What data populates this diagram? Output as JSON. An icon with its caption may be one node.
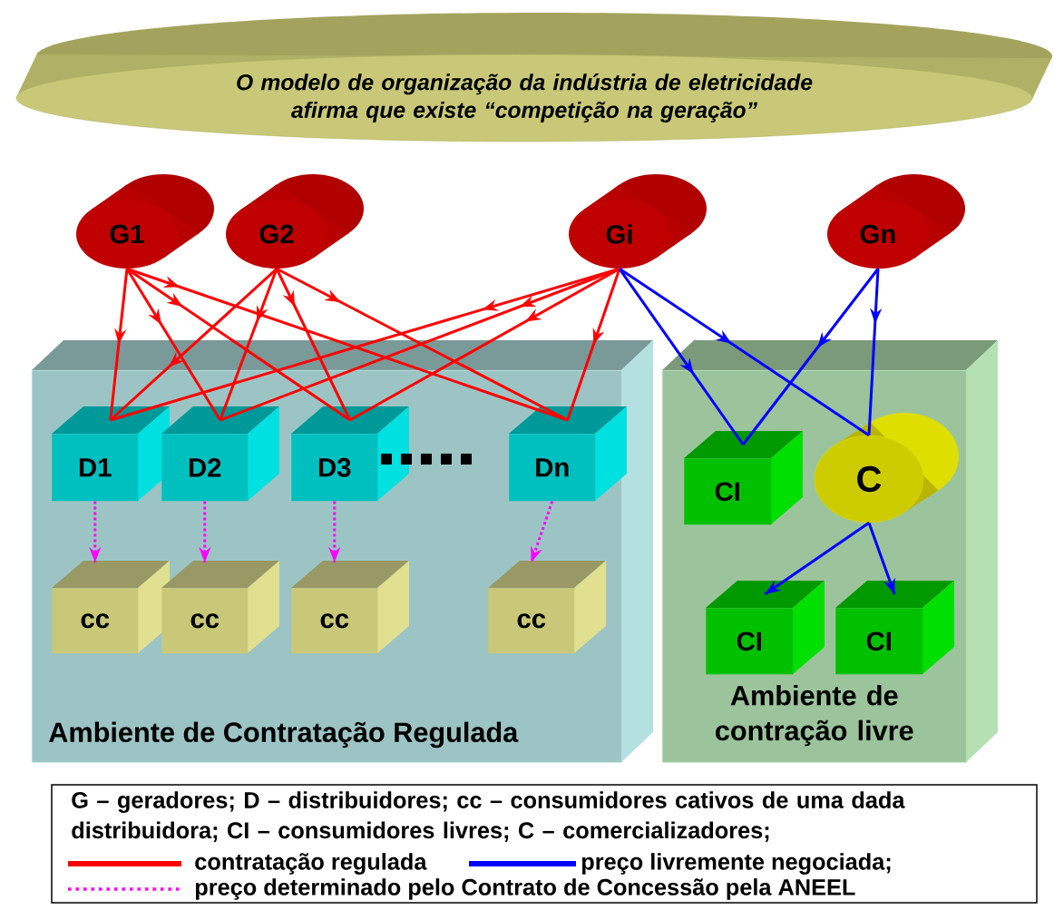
{
  "diagram": {
    "nodes": [
      {
        "text": [
          "O modelo de organização da indústria de eletricidade afirma que existe “competição na geração”"
        ]
      },
      {
        "text": [
          "G1"
        ]
      },
      {
        "text": [
          "G2"
        ]
      },
      {
        "text": [
          "Gi"
        ]
      },
      {
        "text": [
          "Gn"
        ]
      },
      {
        "text": [
          "Ambiente de Contratação Regulada"
        ]
      },
      {
        "text": [
          "D1"
        ],
        "in": 5
      },
      {
        "text": [
          "D2"
        ],
        "in": 5
      },
      {
        "text": [
          "D3"
        ],
        "in": 5
      },
      {
        "text": [
          "Dn"
        ],
        "in": 5
      },
      {
        "text": [
          "cc"
        ],
        "in": 5
      },
      {
        "text": [
          "cc"
        ],
        "in": 5
      },
      {
        "text": [
          "cc"
        ],
        "in": 5
      },
      {
        "text": [
          "cc"
        ],
        "in": 5
      },
      {
        "text": [
          "Ambiente de contração livre"
        ]
      },
      {
        "text": [
          "CI"
        ],
        "in": 14
      },
      {
        "text": [
          "C"
        ],
        "in": 14
      },
      {
        "text": [
          "CI"
        ],
        "in": 14
      },
      {
        "text": [
          "CI"
        ],
        "in": 14
      }
    ],
    "edges": [
      {
        "from": 1,
        "to": 6,
        "arrow": "to"
      },
      {
        "from": 1,
        "to": 7,
        "arrow": "to"
      },
      {
        "from": 1,
        "to": 8,
        "arrow": "to"
      },
      {
        "from": 1,
        "to": 9,
        "arrow": "to"
      },
      {
        "from": 2,
        "to": 6,
        "arrow": "to"
      },
      {
        "from": 2,
        "to": 7,
        "arrow": "to"
      },
      {
        "from": 2,
        "to": 8,
        "arrow": "to"
      },
      {
        "from": 2,
        "to": 9,
        "arrow": "to"
      },
      {
        "from": 3,
        "to": 6,
        "arrow": "to"
      },
      {
        "from": 3,
        "to": 7,
        "arrow": "to"
      },
      {
        "from": 3,
        "to": 8,
        "arrow": "to"
      },
      {
        "from": 3,
        "to": 9,
        "arrow": "to"
      },
      {
        "from": 3,
        "to": 15,
        "arrow": "to",
        "color": "#0000ff"
      },
      {
        "from": 3,
        "to": 16,
        "arrow": "to",
        "color": "#0000ff"
      },
      {
        "from": 4,
        "to": 15,
        "arrow": "to",
        "color": "#0000ff"
      },
      {
        "from": 4,
        "to": 16,
        "arrow": "to",
        "color": "#0000ff"
      },
      {
        "from": 16,
        "to": 17,
        "arrow": "to",
        "color": "#0000ff"
      },
      {
        "from": 16,
        "to": 18,
        "arrow": "to",
        "color": "#0000ff"
      },
      {
        "from": 6,
        "to": 10,
        "arrow": "to",
        "style": "dashed",
        "color": "#ff00ff"
      },
      {
        "from": 7,
        "to": 11,
        "arrow": "to",
        "style": "dashed",
        "color": "#ff00ff"
      },
      {
        "from": 8,
        "to": 12,
        "arrow": "to",
        "style": "dashed",
        "color": "#ff00ff"
      },
      {
        "from": 9,
        "to": 13,
        "arrow": "to",
        "style": "dashed",
        "color": "#ff00ff"
      }
    ],
    "labels": [
      "G – geradores; D – distribuidores; cc – consumidores cativos de uma dada distribuidora; CI – consumidores livres; C – comercializadores;"
    ],
    "legend": [
      {
        "text": "contratação regulada"
      },
      {
        "text": "preço livremente negociada;"
      },
      {
        "text": "preço determinado pelo Contrato de Concessão pela ANEEL"
      }
    ]
  }
}
